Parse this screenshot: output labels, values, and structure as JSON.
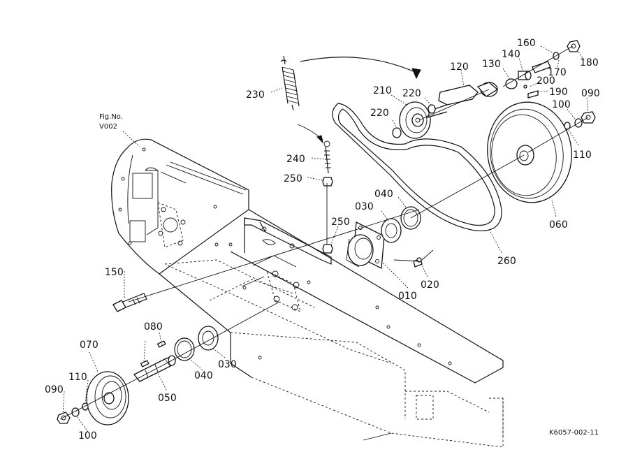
{
  "figure_ref": {
    "line1": "Fig.No.",
    "line2": "V002"
  },
  "drawing_code": "K6057-002-11",
  "parts": {
    "p230": "230",
    "p240": "240",
    "p250a": "250",
    "p250b": "250",
    "p210": "210",
    "p220a": "220",
    "p220b": "220",
    "p120": "120",
    "p130": "130",
    "p140": "140",
    "p160": "160",
    "p170": "170",
    "p180": "180",
    "p200": "200",
    "p190": "190",
    "p090a": "090",
    "p100a": "100",
    "p110a": "110",
    "p060": "060",
    "p040a": "040",
    "p030a": "030",
    "p260": "260",
    "p010": "010",
    "p020": "020",
    "p150": "150",
    "p080": "080",
    "p070": "070",
    "p110b": "110",
    "p090b": "090",
    "p100b": "100",
    "p050": "050",
    "p040b": "040",
    "p030b": "030"
  }
}
